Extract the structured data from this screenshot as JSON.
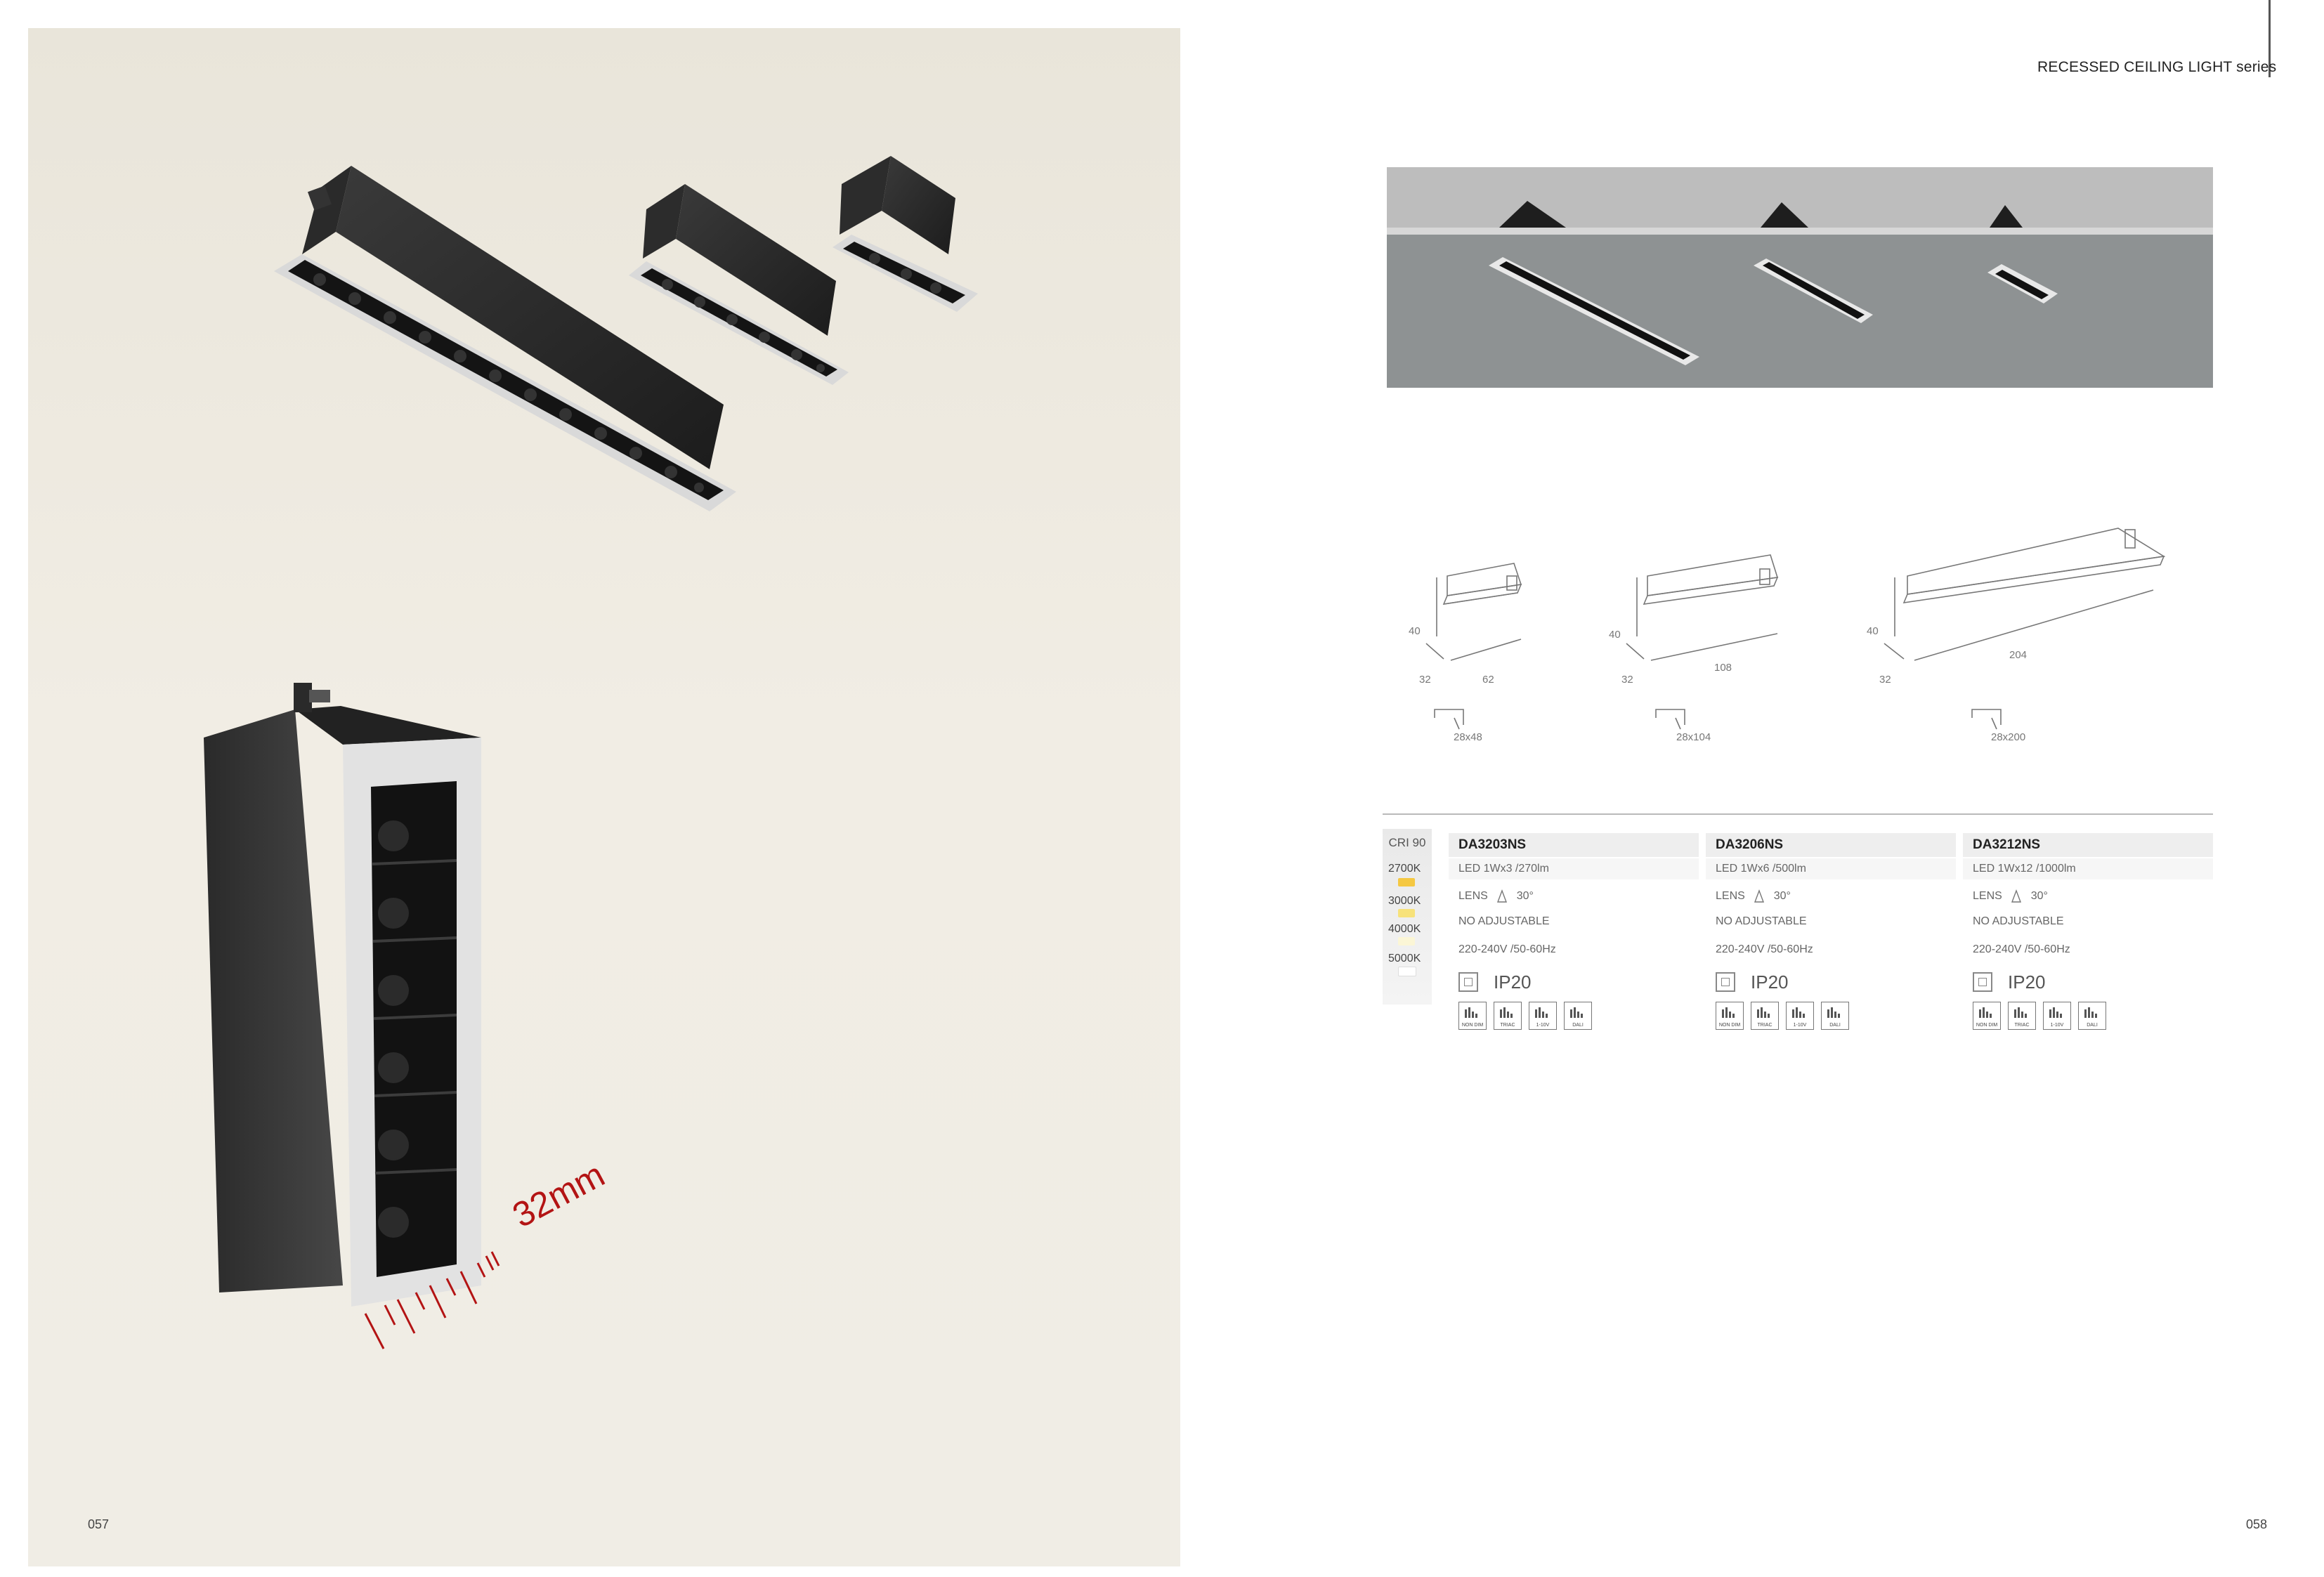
{
  "left_page": {
    "dimension_callout": "32mm",
    "page_number": "057"
  },
  "right_page": {
    "series_title": "RECESSED CEILING LIGHT  series",
    "page_number": "058",
    "drawings": [
      {
        "height": "40",
        "width": "32",
        "length": "62",
        "cutout": "28x48"
      },
      {
        "height": "40",
        "width": "32",
        "length": "108",
        "cutout": "28x104"
      },
      {
        "height": "40",
        "width": "32",
        "length": "204",
        "cutout": "28x200"
      }
    ],
    "cri": {
      "label": "CRI 90",
      "cct": [
        {
          "label": "2700K",
          "color": "#f5c842"
        },
        {
          "label": "3000K",
          "color": "#f7e27a"
        },
        {
          "label": "4000K",
          "color": "#fbf6d6"
        },
        {
          "label": "5000K",
          "color": "#ffffff"
        }
      ]
    },
    "models": [
      {
        "model": "DA3203NS",
        "led": "LED 1Wx3 /270lm",
        "lens_label": "LENS",
        "lens_angle": "30°",
        "adjust": "NO  ADJUSTABLE",
        "voltage": "220-240V /50-60Hz",
        "ip": "IP20"
      },
      {
        "model": "DA3206NS",
        "led": "LED 1Wx6 /500lm",
        "lens_label": "LENS",
        "lens_angle": "30°",
        "adjust": "NO  ADJUSTABLE",
        "voltage": "220-240V /50-60Hz",
        "ip": "IP20"
      },
      {
        "model": "DA3212NS",
        "led": "LED 1Wx12 /1000lm",
        "lens_label": "LENS",
        "lens_angle": "30°",
        "adjust": "NO  ADJUSTABLE",
        "voltage": "220-240V /50-60Hz",
        "ip": "IP20"
      }
    ],
    "dimming": [
      "NON DIM",
      "TRIAC",
      "1-10V",
      "DALI"
    ]
  }
}
